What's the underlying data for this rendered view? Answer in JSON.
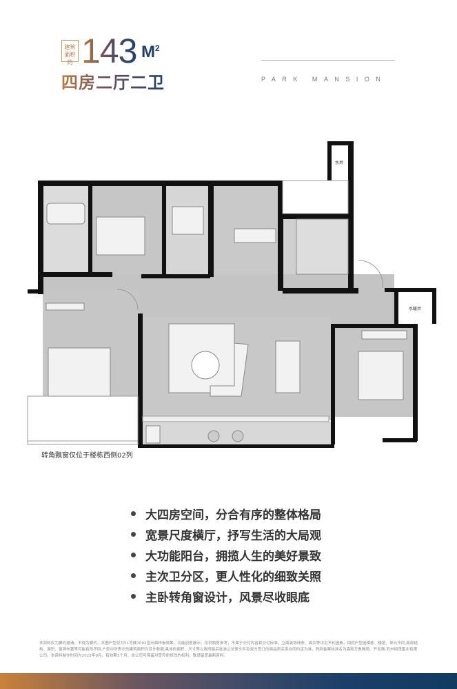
{
  "header": {
    "area_badge": "建筑面积约",
    "area_value": "143",
    "area_unit": "M",
    "area_unit_sup": "2",
    "layout_title": "四房二厅二卫",
    "brand": "PARK MANSION"
  },
  "plan": {
    "labels": {
      "water_well": "水井",
      "water_heater_well": "水暖井"
    },
    "bay_window_caption": "转角飘窗仅位于楼栋西侧02列"
  },
  "features": [
    "大四房空间，分合有序的整体格局",
    "宽景尺度横厅，抒写生活的大局观",
    "大功能阳台，拥揽人生的美好景致",
    "主次卫分区，更人性化的细致关照",
    "主卧转角窗设计，风景尽收眼底"
  ],
  "disclaimer": "本资料仅为要约邀请，不视为要约。本图户型仅为51号楼1002显示面样板效果，功能创意展示，仅供购房参考，不属于交付内容和交付标准。立面装饰线条、具并等详见不利因素，相同户型因楼栋、楼层、单元不同,局部结构、面积、窗洞布置等可能有所不同,户型中所表示的建筑面积为设计数据,具体的面积、尺寸等以政府最后批准之法律文件及双方签订的商品房买卖合同约定为准。政府备案核准名为森和万象雅苑。开发商:苏州相茂置业有限公司。本资料制作时间为2022年9月，有效期3个月。本公司可保留对宣传册修改的权利，敬请留意最新资料。",
  "colors": {
    "brand_brown": "#b8793f",
    "brand_navy": "#1f3f6a",
    "wall": "#111111",
    "floor": "#c9c9c9"
  }
}
